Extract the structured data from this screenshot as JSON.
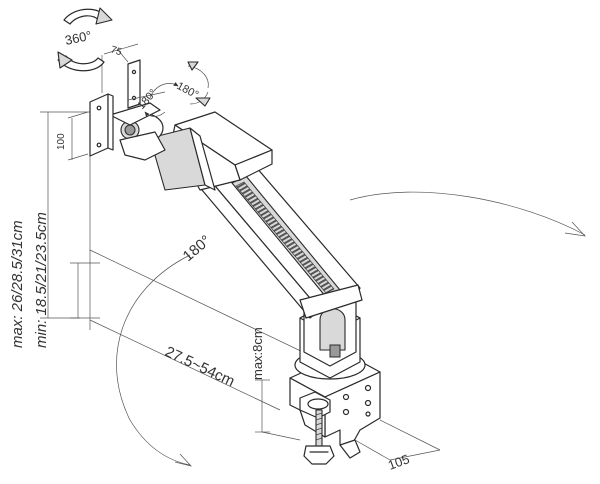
{
  "labels": {
    "rotate_360": "360°",
    "tilt_180": "180°",
    "swivel_180": "180°",
    "arm_180": "180°",
    "vesa_75": "75",
    "vesa_100": "100",
    "height_max": "max: 26/28.5/31cm",
    "height_min": "min: 18.5/21/23.5cm",
    "reach": "27.5~54cm",
    "clamp_thickness": "max:8cm",
    "base_depth": "105"
  },
  "colors": {
    "line": "#2a2a2a",
    "dimension": "#555555",
    "shade": "#d9d9d9"
  }
}
